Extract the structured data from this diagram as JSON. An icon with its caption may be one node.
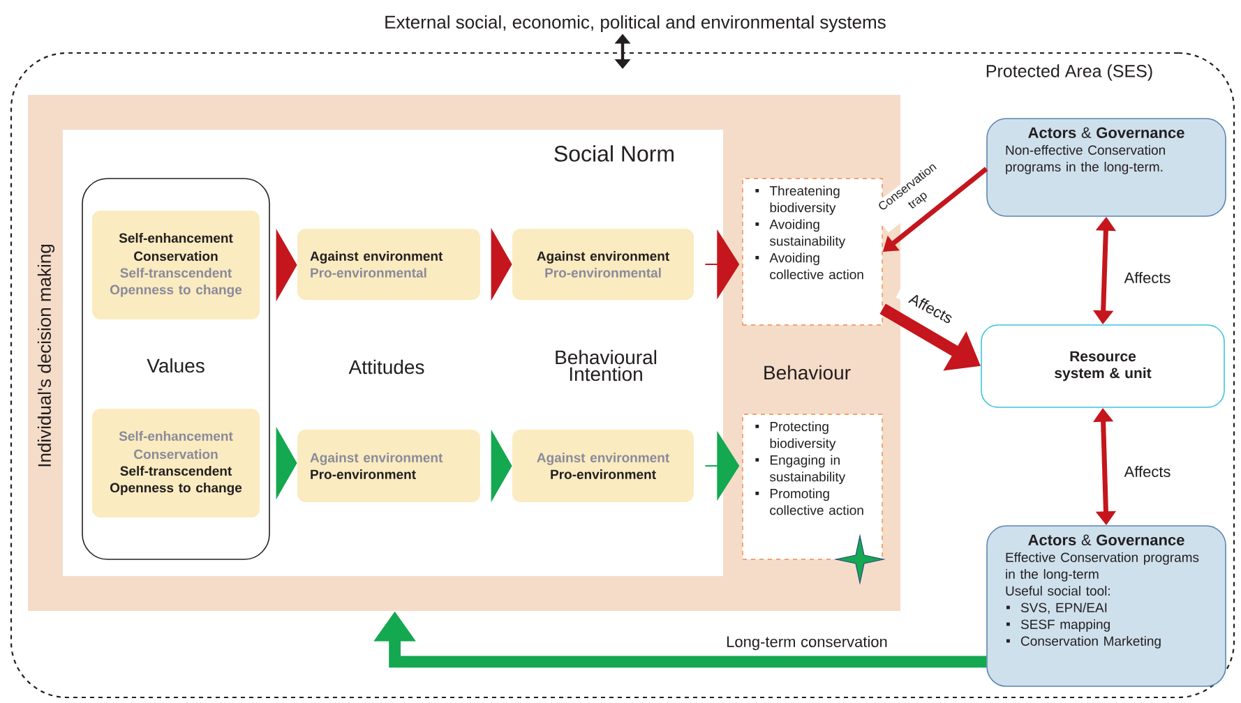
{
  "diagram": {
    "nodes": [
      {
        "text": [
          "Protected Area (SES)"
        ]
      },
      {
        "text": [
          "Individual's decision making"
        ],
        "in": 0
      },
      {
        "text": [
          "Social Norm"
        ],
        "in": 1
      },
      {
        "text": [
          "Values"
        ],
        "in": 2
      },
      {
        "text": [
          "Self-enhancement Conservation",
          "Self-transcendent Openness to change"
        ],
        "in": 3
      },
      {
        "text": [
          "Self-enhancement Conservation",
          "Self-transcendent Openness to change"
        ],
        "in": 3
      },
      {
        "text": [
          "Against environment",
          "Pro-environmental"
        ],
        "in": 2
      },
      {
        "text": [
          "Against environment",
          "Pro-environment"
        ],
        "in": 2
      },
      {
        "text": [
          "Against environment",
          "Pro-environmental"
        ],
        "in": 2
      },
      {
        "text": [
          "Against environment",
          "Pro-environment"
        ],
        "in": 2
      },
      {
        "text": [
          "Threatening biodiversity",
          "Avoiding sustainability",
          "Avoiding collective action"
        ],
        "in": 1
      },
      {
        "text": [
          "Protecting biodiversity",
          "Engaging in sustainability",
          "Promoting collective action"
        ],
        "in": 1
      },
      {
        "text": [
          "**Actors** & **Governance**",
          "Non-effective Conservation programs in the long-term."
        ],
        "in": 0
      },
      {
        "text": [
          "Resource system & unit"
        ],
        "in": 0
      },
      {
        "text": [
          "**Actors** & **Governance**",
          "Effective Conservation programs in the long-term",
          "Useful social tool:",
          "SVS, EPN/EAI",
          "SESF mapping",
          "Conservation Marketing"
        ],
        "in": 0
      },
      {
        "text": [
          "External social, economic, political and environmental systems"
        ]
      }
    ],
    "edges": [
      {
        "from": 4,
        "to": 6,
        "arrow": "to"
      },
      {
        "from": 6,
        "to": 8,
        "arrow": "to"
      },
      {
        "from": 8,
        "to": 10,
        "arrow": "to"
      },
      {
        "from": 5,
        "to": 7,
        "arrow": "to",
        "color": "#14a850"
      },
      {
        "from": 7,
        "to": 9,
        "arrow": "to",
        "color": "#14a850"
      },
      {
        "from": 9,
        "to": 11,
        "arrow": "to",
        "color": "#14a850"
      },
      {
        "from": 12,
        "to": 10,
        "arrow": "to",
        "label": "Conservation trap"
      },
      {
        "from": 10,
        "to": 13,
        "arrow": "to",
        "label": "Affects",
        "style": "thick"
      },
      {
        "from": 12,
        "to": 13,
        "arrow": "both",
        "label": "Affects"
      },
      {
        "from": 13,
        "to": 14,
        "arrow": "both",
        "label": "Affects"
      },
      {
        "from": 14,
        "to": 1,
        "arrow": "to",
        "label": "Long-term conservation",
        "style": "thick",
        "color": "#14a850"
      },
      {
        "from": 15,
        "to": 0,
        "arrow": "both",
        "color": "#231f20"
      }
    ],
    "labels": [
      "Attitudes",
      "Behavioural Intention",
      "Behaviour"
    ]
  }
}
